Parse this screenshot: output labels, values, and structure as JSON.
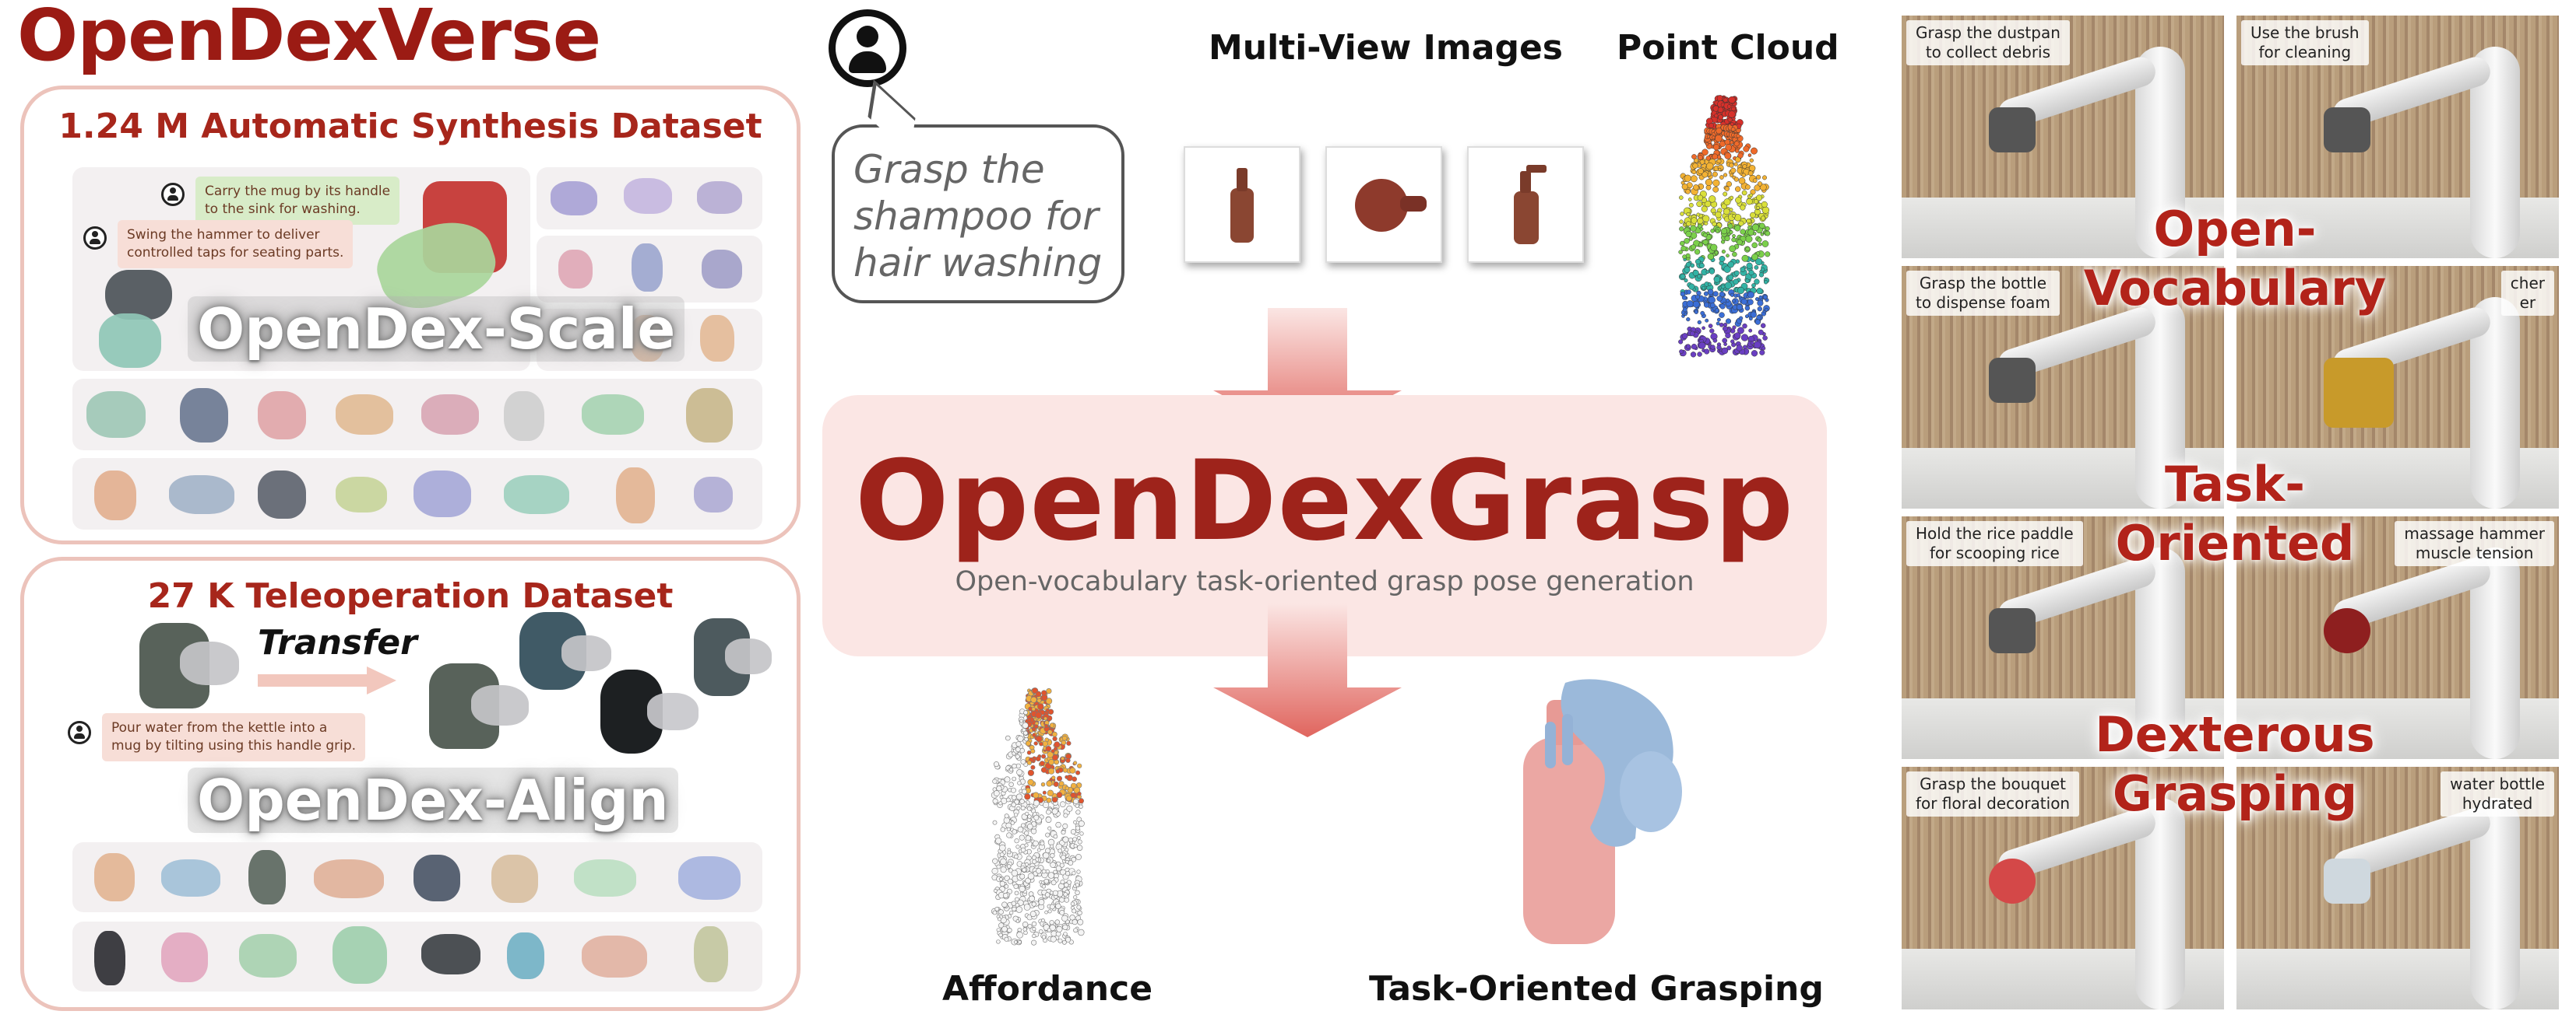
{
  "brand": "OpenDexVerse",
  "synthesis": {
    "title": "1.24 M Automatic Synthesis Dataset",
    "bubble1": "Carry the mug by its handle\nto the sink for washing.",
    "bubble2": "Swing the hammer to deliver\ncontrolled taps for seating parts.",
    "name": "OpenDex-Scale"
  },
  "teleop": {
    "title": "27 K Teleoperation Dataset",
    "transfer": "Transfer",
    "bubble": "Pour water from the kettle into a\nmug by tilting using this handle grip.",
    "name": "OpenDex-Align"
  },
  "instruction": "Grasp the shampoo for hair washing",
  "inputs": {
    "multiview": "Multi-View Images",
    "pointcloud": "Point Cloud"
  },
  "model": {
    "title": "OpenDexGrasp",
    "subtitle": "Open-vocabulary task-oriented grasp pose generation"
  },
  "outputs": {
    "affordance": "Affordance",
    "grasping": "Task-Oriented Grasping"
  },
  "photos": [
    {
      "caption1": "Grasp the dustpan",
      "caption2": "to collect debris"
    },
    {
      "caption1": "Use the brush",
      "caption2": "for cleaning"
    },
    {
      "caption1": "Grasp the bottle",
      "caption2": "to dispense foam"
    },
    {
      "caption1": "cher",
      "caption2": "er"
    },
    {
      "caption1": "Hold the rice paddle",
      "caption2": "for scooping rice"
    },
    {
      "caption1": "massage hammer",
      "caption2": "muscle tension"
    },
    {
      "caption1": "Grasp the bouquet",
      "caption2": "for floral decoration"
    },
    {
      "caption1": "water bottle",
      "caption2": "hydrated"
    }
  ],
  "overlay": {
    "line1": "Open-",
    "line2": "Vocabulary",
    "line3": "Task-",
    "line4": "Oriented",
    "line5": "Dexterous",
    "line6": "Grasping"
  },
  "colors": {
    "brand_red": "#9b1b14",
    "panel_border": "#ecc3bb",
    "center_fill": "#fbe6e4",
    "arrow_red": "#e0655e"
  }
}
